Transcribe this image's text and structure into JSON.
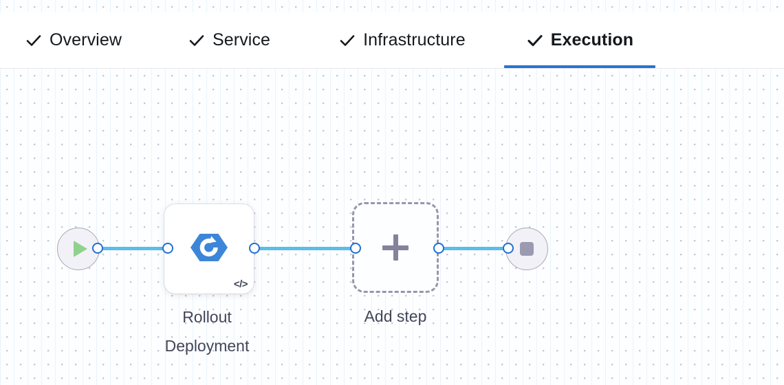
{
  "tabs": [
    {
      "label": "Overview",
      "icon": "check-icon",
      "completed": true,
      "active": false
    },
    {
      "label": "Service",
      "icon": "check-icon",
      "completed": true,
      "active": false
    },
    {
      "label": "Infrastructure",
      "icon": "check-icon",
      "completed": true,
      "active": false
    },
    {
      "label": "Execution",
      "icon": "check-icon",
      "completed": true,
      "active": true
    }
  ],
  "canvas": {
    "start_node": {
      "icon": "play-icon",
      "name": "start"
    },
    "end_node": {
      "icon": "stop-icon",
      "name": "end"
    },
    "steps": [
      {
        "label": "Rollout\nDeployment",
        "icon": "rollout-deployment-icon",
        "badge": "</>"
      }
    ],
    "add_step": {
      "label": "Add step",
      "icon": "plus-icon"
    }
  },
  "colors": {
    "accent": "#2b72d0",
    "connector": "#5cbcec",
    "port_stroke": "#1f6fd4",
    "node_fill": "#f2f1f7",
    "node_stroke": "#a8a6b8",
    "play": "#90d28d",
    "stop": "#9b9ab0",
    "icon_blue": "#3d85d8",
    "label_text": "#41465a",
    "tab_text": "#15181c",
    "dashed_border": "#9795ad"
  }
}
